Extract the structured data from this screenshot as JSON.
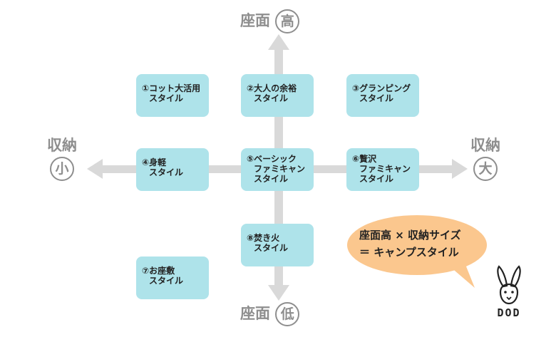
{
  "axes": {
    "top": {
      "label": "座面",
      "circle": "高"
    },
    "bottom": {
      "label": "座面",
      "circle": "低"
    },
    "left": {
      "label": "収納",
      "circle": "小"
    },
    "right": {
      "label": "収納",
      "circle": "大"
    }
  },
  "styles": [
    {
      "lines": [
        "①コット大活用",
        "スタイル"
      ]
    },
    {
      "lines": [
        "②大人の余裕",
        "スタイル"
      ]
    },
    {
      "lines": [
        "③グランピング",
        "スタイル"
      ]
    },
    {
      "lines": [
        "④身軽",
        "スタイル"
      ]
    },
    {
      "lines": [
        "⑤ベーシック",
        "ファミキャン",
        "スタイル"
      ]
    },
    {
      "lines": [
        "⑥贅沢",
        "ファミキャン",
        "スタイル"
      ]
    },
    {
      "lines": [
        "⑦お座敷",
        "スタイル"
      ]
    },
    {
      "lines": [
        "⑧焚き火",
        "スタイル"
      ]
    }
  ],
  "bubble": {
    "line1": "座面高 × 収納サイズ",
    "line2": "＝ キャンプスタイル"
  },
  "logo": {
    "text": "DOD"
  },
  "colors": {
    "box": "#aee3ea",
    "axis": "#d9d9d9",
    "axis_label": "#8e8e8e",
    "bubble": "#fbc78e"
  }
}
